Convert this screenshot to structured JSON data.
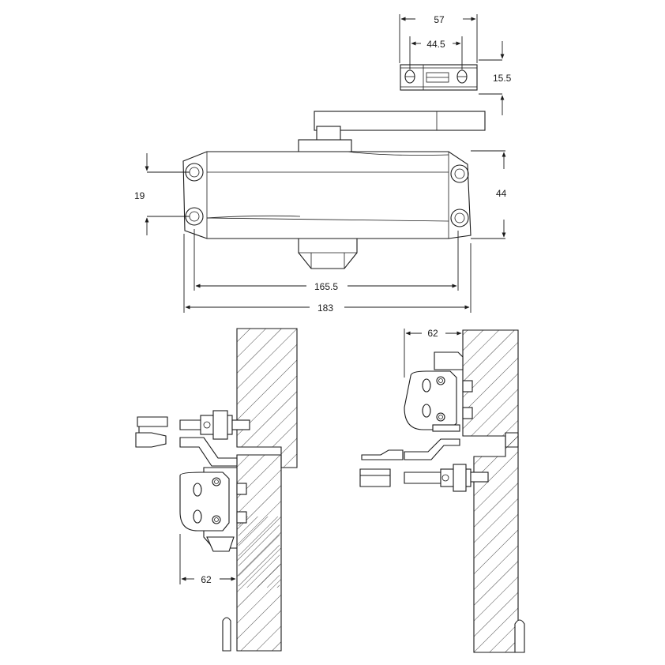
{
  "dimensions": {
    "bracket_width": "57",
    "bracket_hole_spacing": "44.5",
    "bracket_height": "15.5",
    "body_height": "44",
    "hole_vertical_spacing": "19",
    "hole_horizontal_spacing": "165.5",
    "body_length": "183",
    "install_depth_left": "62",
    "install_depth_right": "62"
  },
  "colors": {
    "line": "#1a1a1a",
    "background": "#ffffff"
  }
}
